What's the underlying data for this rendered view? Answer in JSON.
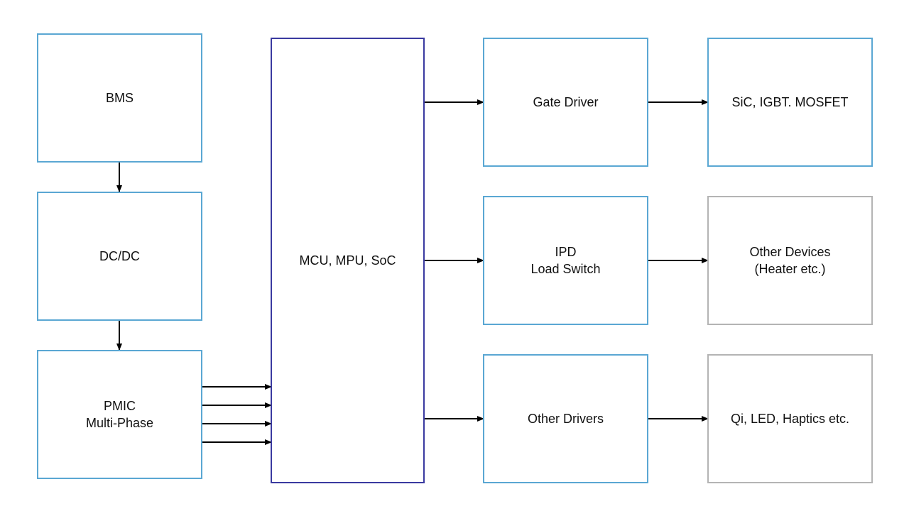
{
  "diagram": {
    "type": "block-diagram",
    "colors": {
      "block_border": "#5aa7d3",
      "external_border": "#b4b4b4",
      "core_border": "#3a3aa0",
      "arrow": "#000000"
    },
    "nodes": {
      "bms": "BMS",
      "dcdc": "DC/DC",
      "pmic": "PMIC\nMulti-Phase",
      "mcu": "MCU, MPU, SoC",
      "gate_driver": "Gate Driver",
      "ipd": "IPD\nLoad Switch",
      "other_drivers": "Other Drivers",
      "sic": "SiC, IGBT. MOSFET",
      "other_devices": "Other Devices\n(Heater etc.)",
      "qi": "Qi, LED, Haptics etc."
    },
    "edges": [
      {
        "from": "bms",
        "to": "dcdc"
      },
      {
        "from": "dcdc",
        "to": "pmic"
      },
      {
        "from": "pmic",
        "to": "mcu",
        "count": 4
      },
      {
        "from": "mcu",
        "to": "gate_driver"
      },
      {
        "from": "mcu",
        "to": "ipd"
      },
      {
        "from": "mcu",
        "to": "other_drivers"
      },
      {
        "from": "gate_driver",
        "to": "sic"
      },
      {
        "from": "ipd",
        "to": "other_devices"
      },
      {
        "from": "other_drivers",
        "to": "qi"
      }
    ]
  }
}
